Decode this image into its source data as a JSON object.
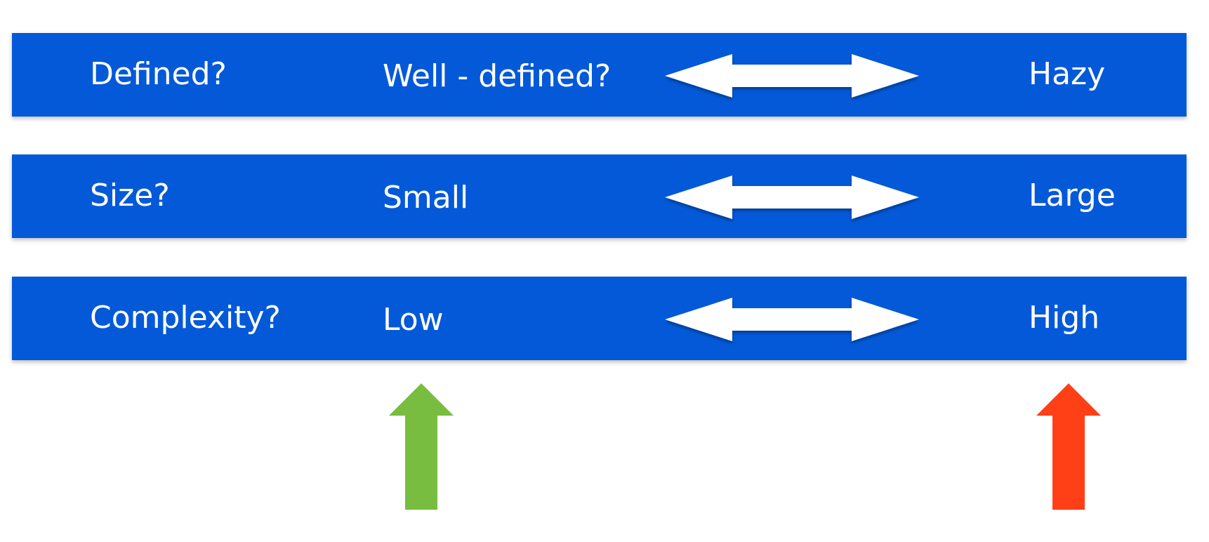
{
  "rows": [
    {
      "question": "Defined?",
      "left": "Well - defined?",
      "right": "Hazy"
    },
    {
      "question": "Size?",
      "left": "Small",
      "right": "Large"
    },
    {
      "question": "Complexity?",
      "left": "Low",
      "right": "High"
    }
  ],
  "colors": {
    "band": "#0459D9",
    "text": "#FFFFFF",
    "double_arrow": "#FFFFFF",
    "low_arrow": "#78BD3F",
    "high_arrow": "#FF4016"
  },
  "icons": {
    "row_arrow": "double-headed-arrow-icon",
    "low_marker": "up-arrow-icon",
    "high_marker": "up-arrow-icon"
  }
}
